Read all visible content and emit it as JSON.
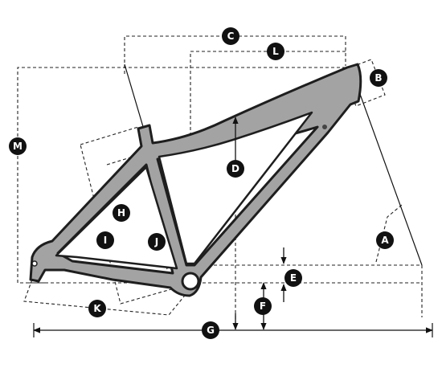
{
  "colors": {
    "frame_fill": "#a3a3a3",
    "frame_stroke": "#1e1e1e",
    "line": "#111111",
    "badge": "#111111",
    "badge_text": "#ffffff",
    "background": "#ffffff"
  },
  "labels": {
    "A": "A",
    "B": "B",
    "C": "C",
    "D": "D",
    "E": "E",
    "F": "F",
    "G": "G",
    "H": "H",
    "I": "I",
    "J": "J",
    "K": "K",
    "L": "L",
    "M": "M"
  }
}
